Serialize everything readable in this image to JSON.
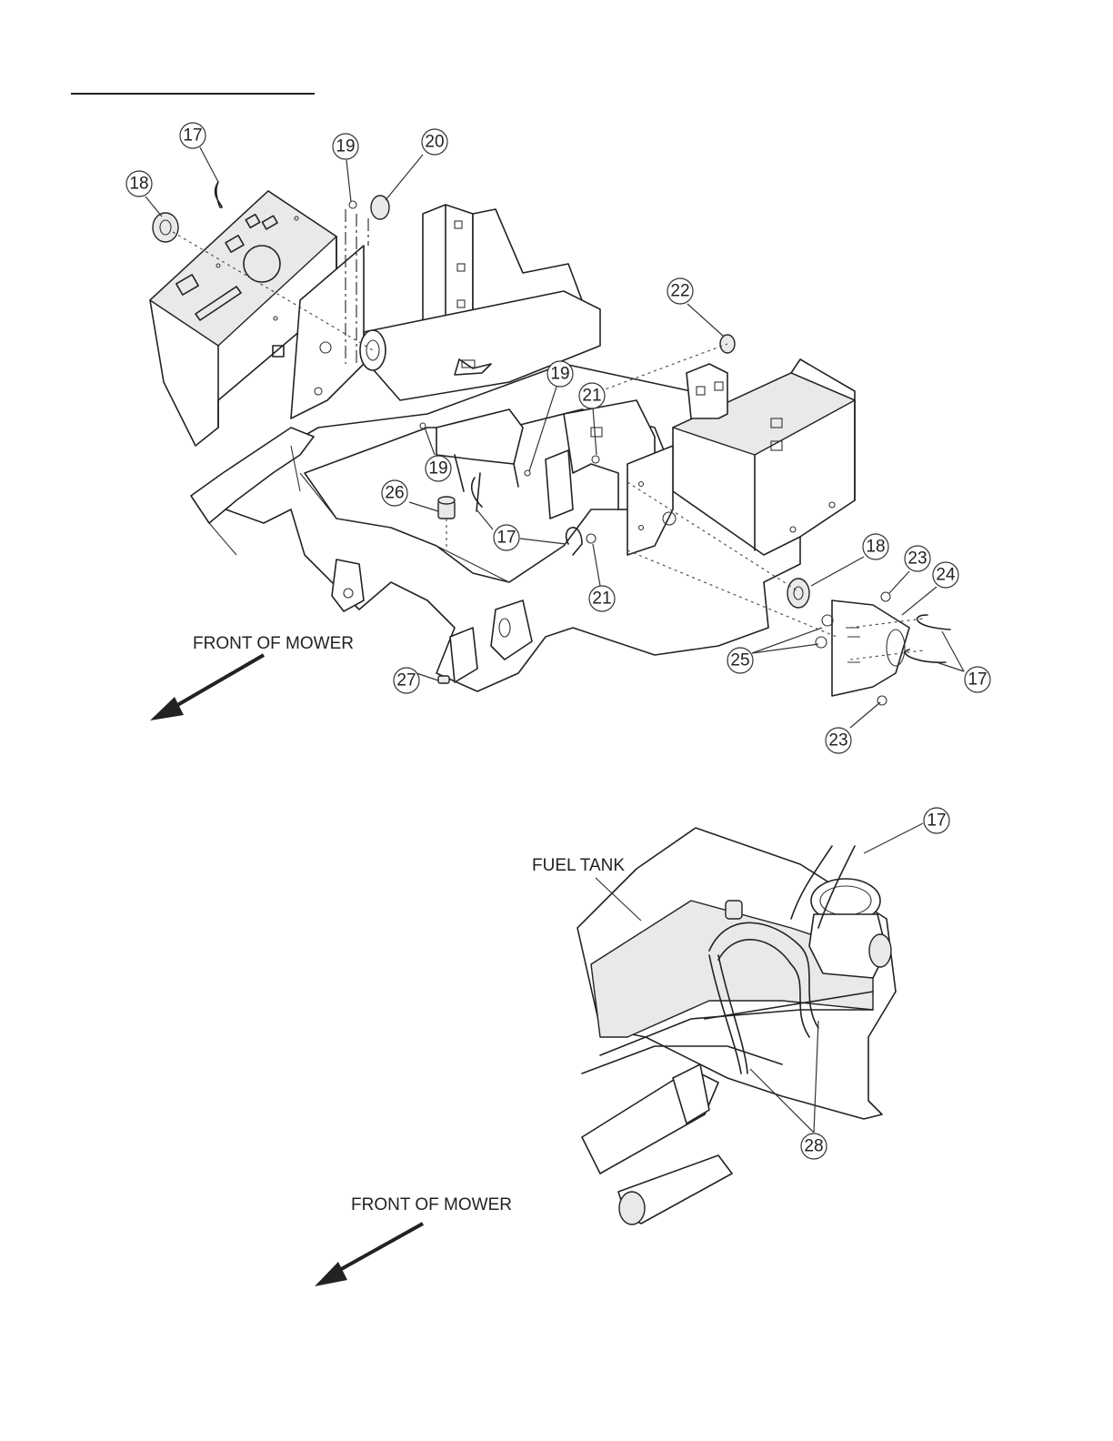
{
  "callouts_top": [
    {
      "id": "c17a",
      "label": "17"
    },
    {
      "id": "c18a",
      "label": "18"
    },
    {
      "id": "c19a",
      "label": "19"
    },
    {
      "id": "c20",
      "label": "20"
    },
    {
      "id": "c22",
      "label": "22"
    },
    {
      "id": "c19b",
      "label": "19"
    },
    {
      "id": "c21a",
      "label": "21"
    },
    {
      "id": "c19c",
      "label": "19"
    },
    {
      "id": "c26",
      "label": "26"
    },
    {
      "id": "c17b",
      "label": "17"
    },
    {
      "id": "c21b",
      "label": "21"
    },
    {
      "id": "c18b",
      "label": "18"
    },
    {
      "id": "c23a",
      "label": "23"
    },
    {
      "id": "c24",
      "label": "24"
    },
    {
      "id": "c25",
      "label": "25"
    },
    {
      "id": "c17c",
      "label": "17"
    },
    {
      "id": "c27",
      "label": "27"
    },
    {
      "id": "c23b",
      "label": "23"
    }
  ],
  "callouts_bottom": [
    {
      "id": "c17d",
      "label": "17"
    },
    {
      "id": "c28",
      "label": "28"
    }
  ],
  "labels": {
    "front_top": "FRONT OF MOWER",
    "fuel_tank": "FUEL TANK",
    "front_bottom": "FRONT OF MOWER"
  }
}
